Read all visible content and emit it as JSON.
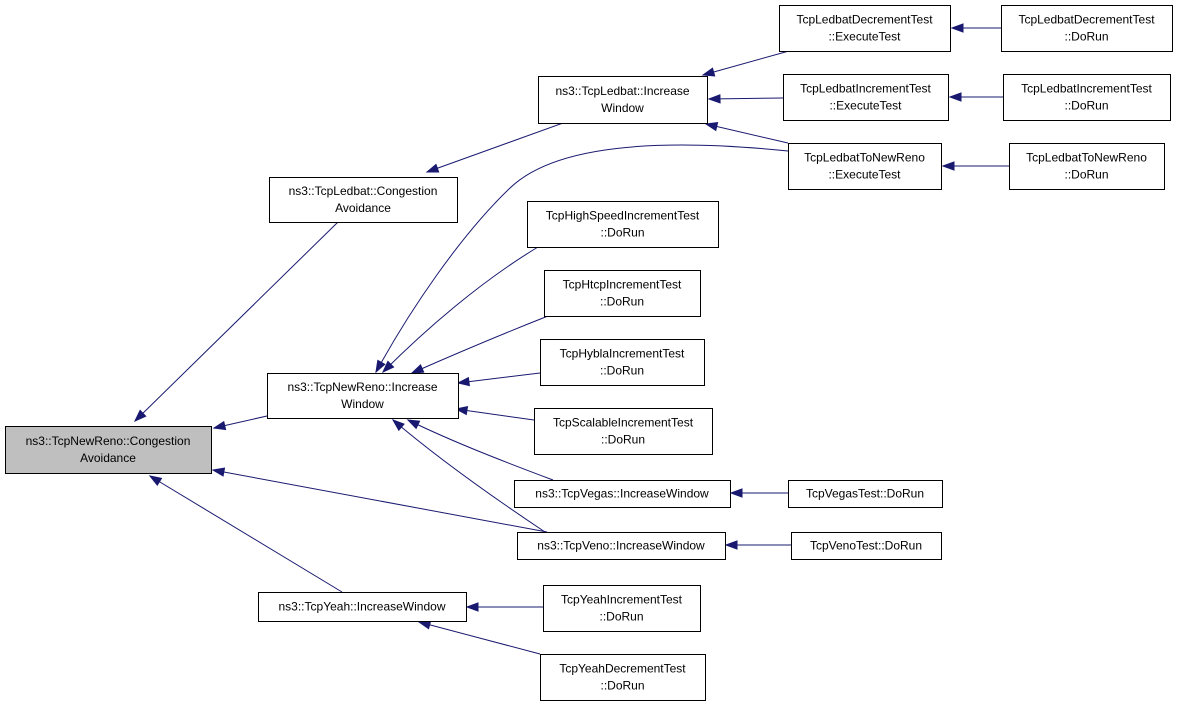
{
  "diagram": {
    "nodes": [
      {
        "id": "newreno_ca",
        "lines": [
          "ns3::TcpNewReno::Congestion",
          "Avoidance"
        ],
        "highlighted": true
      },
      {
        "id": "ledbat_ca",
        "lines": [
          "ns3::TcpLedbat::Congestion",
          "Avoidance"
        ]
      },
      {
        "id": "newreno_iw",
        "lines": [
          "ns3::TcpNewReno::Increase",
          "Window"
        ]
      },
      {
        "id": "yeah_iw",
        "lines": [
          "ns3::TcpYeah::IncreaseWindow"
        ]
      },
      {
        "id": "ledbat_iw",
        "lines": [
          "ns3::TcpLedbat::Increase",
          "Window"
        ]
      },
      {
        "id": "ledbat_dec_exec",
        "lines": [
          "TcpLedbatDecrementTest",
          "::ExecuteTest"
        ]
      },
      {
        "id": "ledbat_inc_exec",
        "lines": [
          "TcpLedbatIncrementTest",
          "::ExecuteTest"
        ]
      },
      {
        "id": "ledbat_tonr_exec",
        "lines": [
          "TcpLedbatToNewReno",
          "::ExecuteTest"
        ]
      },
      {
        "id": "ledbat_dec_run",
        "lines": [
          "TcpLedbatDecrementTest",
          "::DoRun"
        ]
      },
      {
        "id": "ledbat_inc_run",
        "lines": [
          "TcpLedbatIncrementTest",
          "::DoRun"
        ]
      },
      {
        "id": "ledbat_tonr_run",
        "lines": [
          "TcpLedbatToNewReno",
          "::DoRun"
        ]
      },
      {
        "id": "highspeed",
        "lines": [
          "TcpHighSpeedIncrementTest",
          "::DoRun"
        ]
      },
      {
        "id": "htcp",
        "lines": [
          "TcpHtcpIncrementTest",
          "::DoRun"
        ]
      },
      {
        "id": "hybla",
        "lines": [
          "TcpHyblaIncrementTest",
          "::DoRun"
        ]
      },
      {
        "id": "scalable",
        "lines": [
          "TcpScalableIncrementTest",
          "::DoRun"
        ]
      },
      {
        "id": "vegas_iw",
        "lines": [
          "ns3::TcpVegas::IncreaseWindow"
        ]
      },
      {
        "id": "veno_iw",
        "lines": [
          "ns3::TcpVeno::IncreaseWindow"
        ]
      },
      {
        "id": "vegas_test",
        "lines": [
          "TcpVegasTest::DoRun"
        ]
      },
      {
        "id": "veno_test",
        "lines": [
          "TcpVenoTest::DoRun"
        ]
      },
      {
        "id": "yeah_inc",
        "lines": [
          "TcpYeahIncrementTest",
          "::DoRun"
        ]
      },
      {
        "id": "yeah_dec",
        "lines": [
          "TcpYeahDecrementTest",
          "::DoRun"
        ]
      }
    ],
    "edges": [
      {
        "from": "ledbat_ca",
        "to": "newreno_ca"
      },
      {
        "from": "newreno_iw",
        "to": "newreno_ca"
      },
      {
        "from": "veno_iw",
        "to": "newreno_ca"
      },
      {
        "from": "yeah_iw",
        "to": "newreno_ca"
      },
      {
        "from": "ledbat_iw",
        "to": "ledbat_ca"
      },
      {
        "from": "ledbat_dec_exec",
        "to": "ledbat_iw"
      },
      {
        "from": "ledbat_inc_exec",
        "to": "ledbat_iw"
      },
      {
        "from": "ledbat_tonr_exec",
        "to": "ledbat_iw"
      },
      {
        "from": "ledbat_dec_run",
        "to": "ledbat_dec_exec"
      },
      {
        "from": "ledbat_inc_run",
        "to": "ledbat_inc_exec"
      },
      {
        "from": "ledbat_tonr_run",
        "to": "ledbat_tonr_exec"
      },
      {
        "from": "ledbat_tonr_exec",
        "to": "newreno_iw"
      },
      {
        "from": "highspeed",
        "to": "newreno_iw"
      },
      {
        "from": "htcp",
        "to": "newreno_iw"
      },
      {
        "from": "hybla",
        "to": "newreno_iw"
      },
      {
        "from": "scalable",
        "to": "newreno_iw"
      },
      {
        "from": "vegas_iw",
        "to": "newreno_iw"
      },
      {
        "from": "veno_iw",
        "to": "newreno_iw"
      },
      {
        "from": "vegas_test",
        "to": "vegas_iw"
      },
      {
        "from": "veno_test",
        "to": "veno_iw"
      },
      {
        "from": "yeah_inc",
        "to": "yeah_iw"
      },
      {
        "from": "yeah_dec",
        "to": "yeah_iw"
      }
    ],
    "colors": {
      "edge": "#191970",
      "highlight_fill": "#bfbfbf",
      "node_border": "#000000"
    }
  }
}
